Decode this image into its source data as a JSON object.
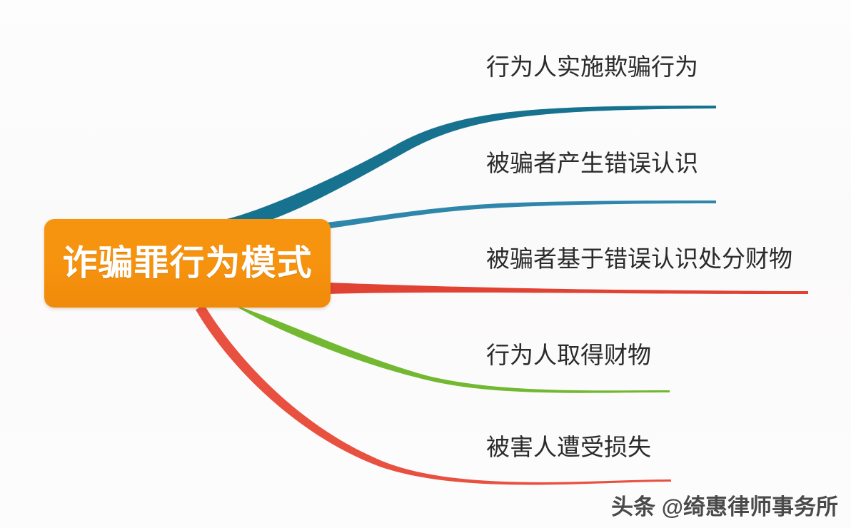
{
  "diagram": {
    "type": "mind-map",
    "background_color": "#fcfbfb",
    "title": "诈骗罪行为模式"
  },
  "center": {
    "label": "诈骗罪行为模式",
    "fill_color": "#f7940f",
    "text_color": "#ffffff"
  },
  "branches": [
    {
      "index": 1,
      "label": "行为人实施欺骗行为",
      "color": "#17728f",
      "name": "branch-deception-act"
    },
    {
      "index": 2,
      "label": "被骗者产生错误认识",
      "color": "#2e86ab",
      "name": "branch-mistaken-belief"
    },
    {
      "index": 3,
      "label": "被骗者基于错误认识处分财物",
      "color": "#e04234",
      "name": "branch-disposal-of-property"
    },
    {
      "index": 4,
      "label": "行为人取得财物",
      "color": "#72b830",
      "name": "branch-obtains-property"
    },
    {
      "index": 5,
      "label": "被害人遭受损失",
      "color": "#e8503f",
      "name": "branch-victim-loss"
    }
  ],
  "watermark": {
    "text": "头条 @绮惠律师事务所"
  }
}
